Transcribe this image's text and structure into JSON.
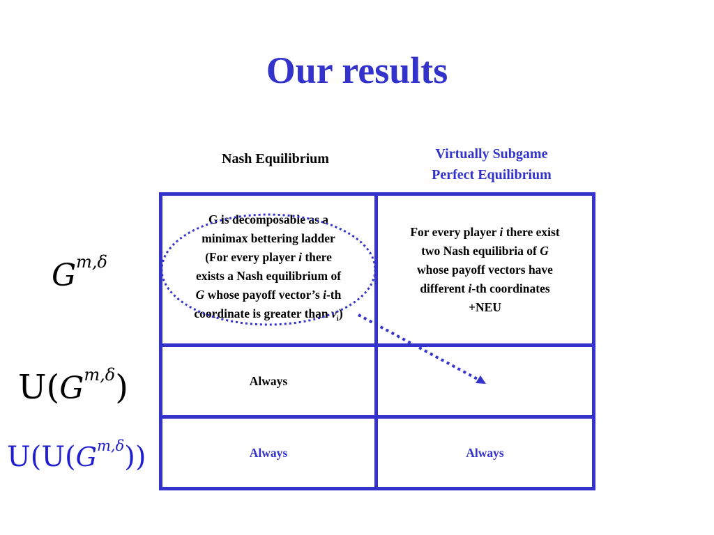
{
  "title": "Our results",
  "columns": {
    "nash": "Nash Equilibrium",
    "vspe_line1": "Virtually Subgame",
    "vspe_line2": "Perfect Equilibrium"
  },
  "rows": {
    "row1_label": {
      "base": "G",
      "sup": "m,δ"
    },
    "row2_label": {
      "open": "U(",
      "base": "G",
      "sup": "m,δ",
      "close": ")"
    },
    "row3_label": {
      "open": "U(U(",
      "base": "G",
      "sup": "m,δ",
      "close": "))"
    }
  },
  "cells": {
    "r1c1": {
      "l1": "G is decomposable as a",
      "l2": "minimax bettering ladder",
      "l3a": "(For every player ",
      "l3i": "i",
      "l3b": " there",
      "l4": "exists a Nash equilibrium of",
      "l5i": "G",
      "l5b": " whose payoff vector’s ",
      "l5i2": "i",
      "l5c": "-th",
      "l6a": "coordinate is greater than ",
      "l6i": "v",
      "l6sub": "i",
      "l6b": ")"
    },
    "r1c2": {
      "l1a": "For every player ",
      "l1i": "i",
      "l1b": " there exist",
      "l2a": "two Nash equilibria of ",
      "l2i": "G",
      "l3": "whose payoff vectors have",
      "l4a": "different ",
      "l4i": "i",
      "l4b": "-th coordinates",
      "l5": "+NEU"
    },
    "r2c1": "Always",
    "r2c2": "",
    "r3c1": "Always",
    "r3c2": "Always"
  },
  "colors": {
    "accent": "#3333cc",
    "text": "#000000",
    "background": "#ffffff"
  }
}
